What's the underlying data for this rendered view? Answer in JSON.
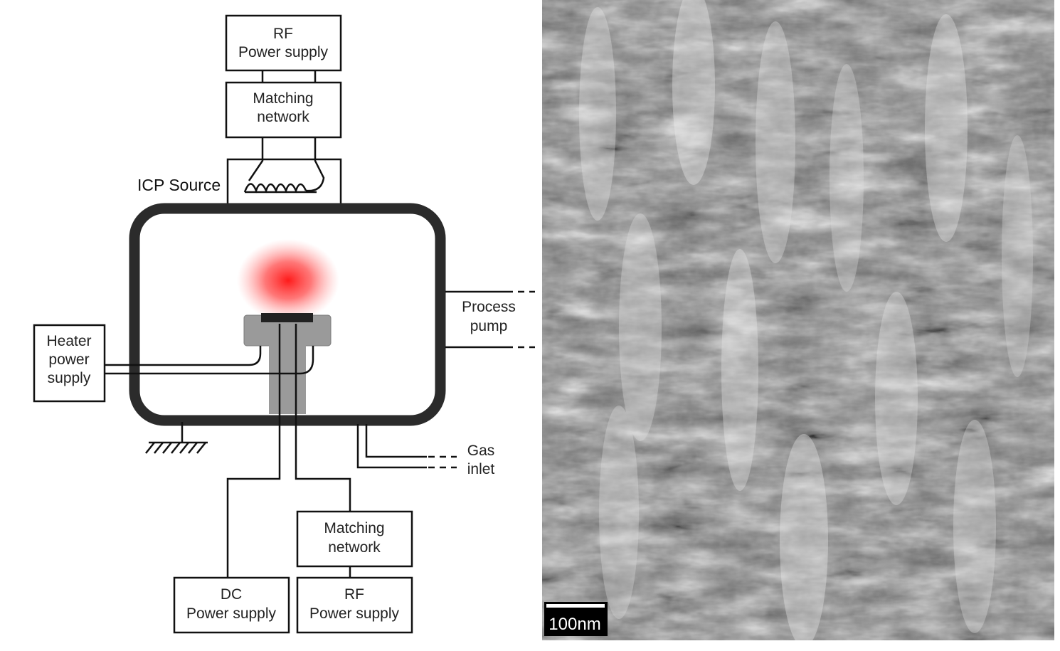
{
  "diagram": {
    "rf_top": {
      "line1": "RF",
      "line2": "Power supply"
    },
    "match_top": {
      "line1": "Matching",
      "line2": "network"
    },
    "icp_source": "ICP Source",
    "heater": {
      "line1": "Heater",
      "line2": "power",
      "line3": "supply"
    },
    "process_pump": {
      "line1": "Process",
      "line2": "pump"
    },
    "gas_inlet": {
      "line1": "Gas",
      "line2": "inlet"
    },
    "dc_supply": {
      "line1": "DC",
      "line2": "Power supply"
    },
    "match_bottom": {
      "line1": "Matching",
      "line2": "network"
    },
    "rf_bottom": {
      "line1": "RF",
      "line2": "Power supply"
    },
    "colors": {
      "plasma": "#ff2a2a",
      "chamber": "#2b2b2b",
      "electrode": "#9a9a9a",
      "wafer": "#222222"
    }
  },
  "micrograph": {
    "scale_bar": "100nm"
  }
}
